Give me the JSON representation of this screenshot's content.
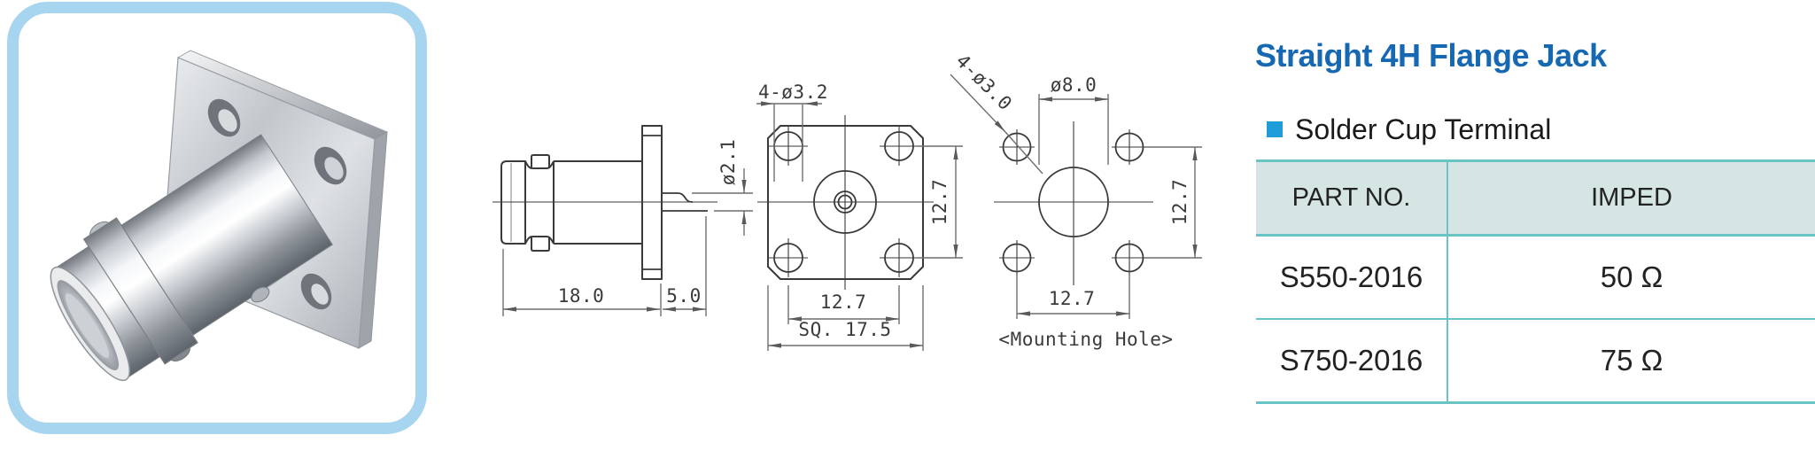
{
  "product": {
    "title": "Straight 4H Flange Jack",
    "feature": "Solder Cup Terminal",
    "title_color": "#1568b1",
    "bullet_color": "#1e9cd7",
    "photo_border_color": "#a7d5f0",
    "photo_description": "metal BNC 4-hole flange jack connector"
  },
  "table": {
    "border_color": "#6ac4c4",
    "header_bg": "#d4e5e4",
    "headers": [
      "PART NO.",
      "IMPED"
    ],
    "rows": [
      [
        "S550-2016",
        "50 Ω"
      ],
      [
        "S750-2016",
        "75 Ω"
      ]
    ]
  },
  "drawings": {
    "side_view": {
      "body_length": "18.0",
      "terminal_length": "5.0",
      "pin_diameter": "ø2.1"
    },
    "front_view": {
      "corner_holes": "4-ø3.2",
      "hole_pitch_vertical": "12.7",
      "hole_pitch_horizontal": "12.7",
      "flange_square": "SQ. 17.5"
    },
    "mounting_view": {
      "corner_holes": "4-ø3.0",
      "center_hole_diameter": "ø8.0",
      "hole_pitch_vertical": "12.7",
      "hole_pitch_horizontal": "12.7",
      "caption": "<Mounting Hole>"
    }
  }
}
